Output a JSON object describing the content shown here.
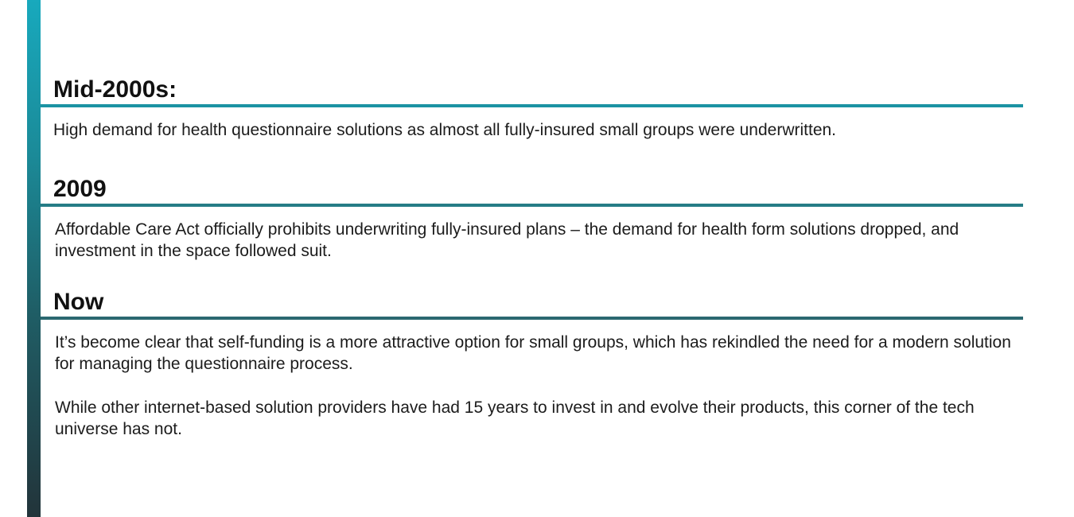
{
  "colors": {
    "rule_1": "#1b93a3",
    "rule_2": "#257c86",
    "rule_3": "#2b6870",
    "bar_top": "#18a9bd",
    "bar_bottom": "#22343a"
  },
  "sections": [
    {
      "heading": "Mid-2000s:",
      "paragraphs": [
        "High demand for health questionnaire solutions as almost all fully-insured small groups were underwritten."
      ]
    },
    {
      "heading": "2009",
      "paragraphs": [
        "Affordable Care Act officially prohibits underwriting fully-insured plans – the demand for health form solutions dropped, and investment in the space followed suit."
      ]
    },
    {
      "heading": "Now",
      "paragraphs": [
        "It’s become clear that self-funding is a more attractive option for small groups, which has rekindled the need for a modern solution for managing the questionnaire process.",
        "While other internet-based solution providers have had 15 years to invest in and evolve their products, this corner of the tech universe has not."
      ]
    }
  ]
}
